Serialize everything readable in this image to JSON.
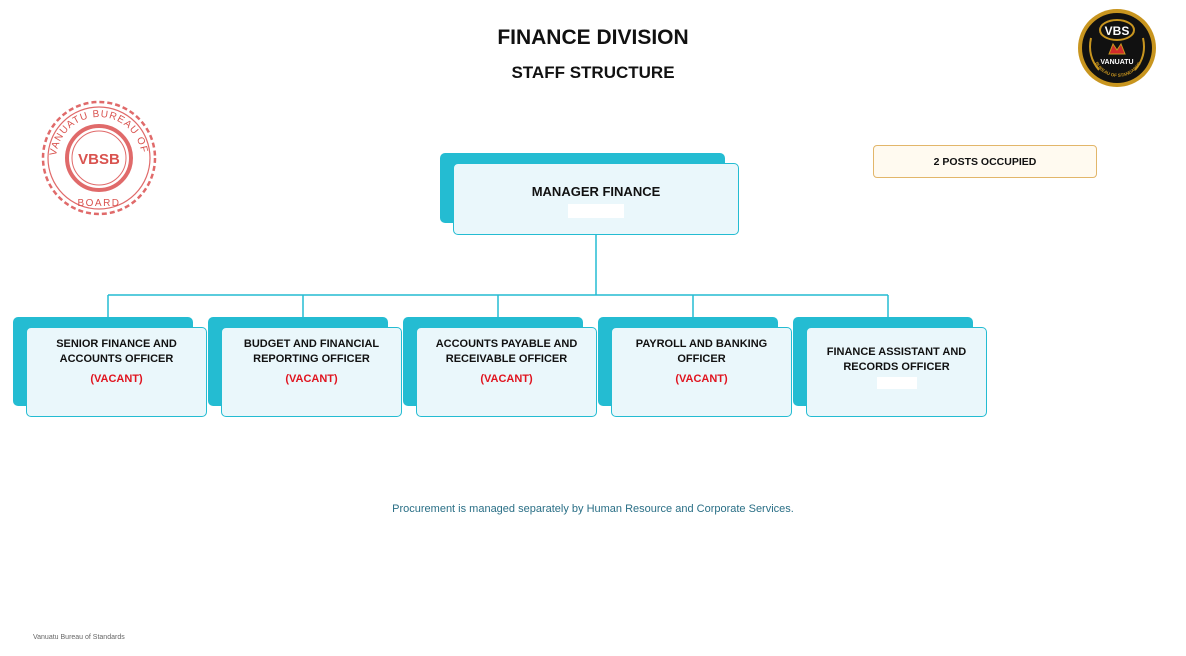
{
  "header": {
    "title": "FINANCE DIVISION",
    "subtitle": "STAFF STRUCTURE"
  },
  "logos": {
    "seal_text_arc": "VANUATU BUREAU OF STANDARDS",
    "seal_center": "VBSB",
    "seal_bottom": "BOARD",
    "round_logo_top": "VBS",
    "round_logo_mid": "VANUATU",
    "round_logo_ring": "BUREAU OF STANDARDS"
  },
  "posts_badge": "2 POSTS OCCUPIED",
  "manager": {
    "label": "MANAGER FINANCE"
  },
  "positions": [
    {
      "line1": "SENIOR FINANCE AND",
      "line2": "ACCOUNTS OFFICER",
      "status": "(VACANT)"
    },
    {
      "line1": "BUDGET AND FINANCIAL",
      "line2": "REPORTING OFFICER",
      "status": "(VACANT)"
    },
    {
      "line1": "ACCOUNTS PAYABLE AND",
      "line2": "RECEIVABLE OFFICER",
      "status": "(VACANT)"
    },
    {
      "line1": "PAYROLL AND BANKING",
      "line2": "OFFICER",
      "status": "(VACANT)"
    },
    {
      "line1": "FINANCE ASSISTANT AND",
      "line2": "RECORDS OFFICER",
      "status": ""
    }
  ],
  "note": "Procurement is managed separately by Human Resource and Corporate Services.",
  "footer": "Vanuatu Bureau of Standards",
  "colors": {
    "box_accent": "#24bcd2",
    "box_fill": "#eaf7fb",
    "vacant": "#e0141f",
    "badge_border": "#e2b66a"
  }
}
